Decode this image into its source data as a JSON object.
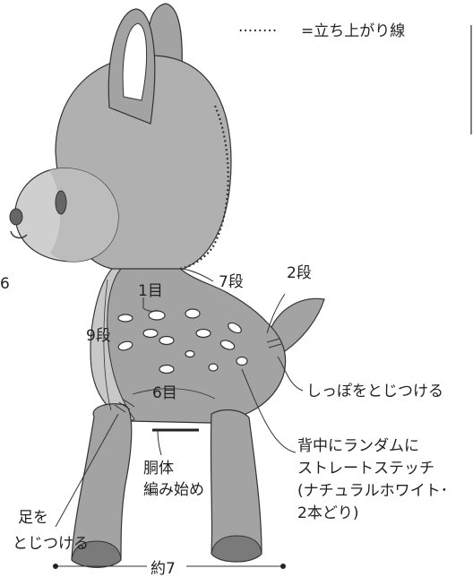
{
  "legend": {
    "dots": "········",
    "text": "=立ち上がり線"
  },
  "left_edge_char": "6",
  "labels": {
    "row1": "1目",
    "row7": "7段",
    "row2": "2段",
    "row9": "9段",
    "row6": "6目",
    "tail": "しっぽをとじつける",
    "back_line1": "背中にランダムに",
    "back_line2": "ストレートステッチ",
    "back_line3": "(ナチュラルホワイト･",
    "back_line4": "2本どり)",
    "body_line1": "胴体",
    "body_line2": "編み始め",
    "leg_line1": "足を",
    "leg_line2": "とじつける",
    "width": "約7"
  },
  "colors": {
    "body_gray": "#a3a3a3",
    "face_gray": "#b6b6b6",
    "light_gray": "#cfcfcf",
    "dark_gray": "#7a7a7a",
    "outline": "#333333"
  }
}
